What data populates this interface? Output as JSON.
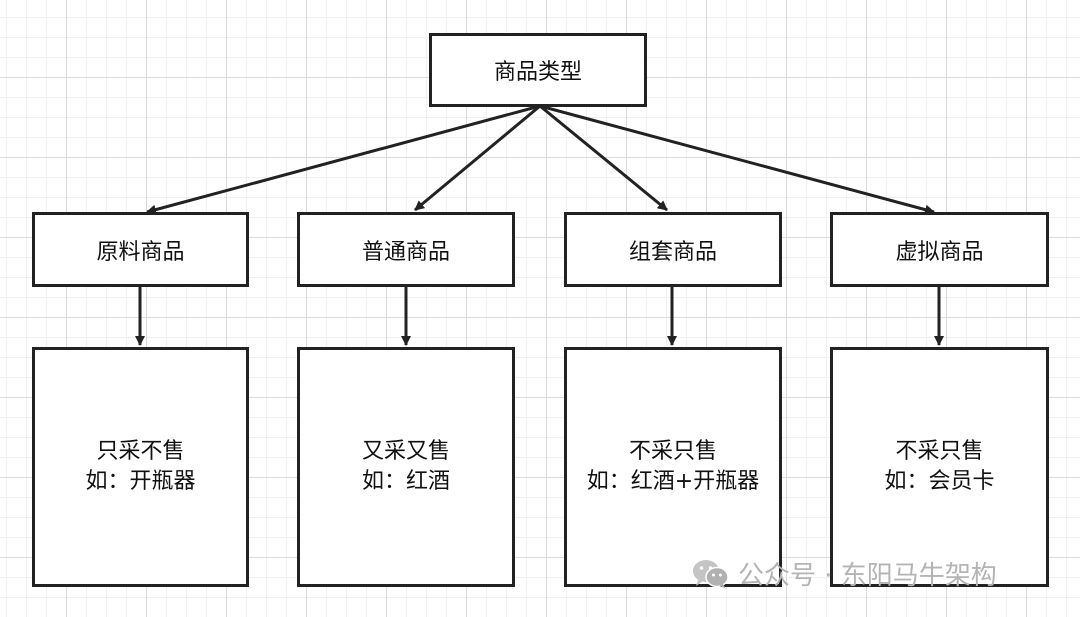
{
  "root": {
    "label": "商品类型"
  },
  "categories": [
    {
      "label": "原料商品",
      "desc_line1": "只采不售",
      "desc_line2": "如：开瓶器"
    },
    {
      "label": "普通商品",
      "desc_line1": "又采又售",
      "desc_line2": "如：红酒"
    },
    {
      "label": "组套商品",
      "desc_line1": "不采只售",
      "desc_line2": "如：红酒+开瓶器"
    },
    {
      "label": "虚拟商品",
      "desc_line1": "不采只售",
      "desc_line2": "如：会员卡"
    }
  ],
  "watermark": {
    "icon": "wechat-icon",
    "text": "公众号 · 东阳马牛架构"
  },
  "colors": {
    "stroke": "#222222",
    "grid": "#dcdcdc",
    "watermark": "#b4b4b4"
  }
}
